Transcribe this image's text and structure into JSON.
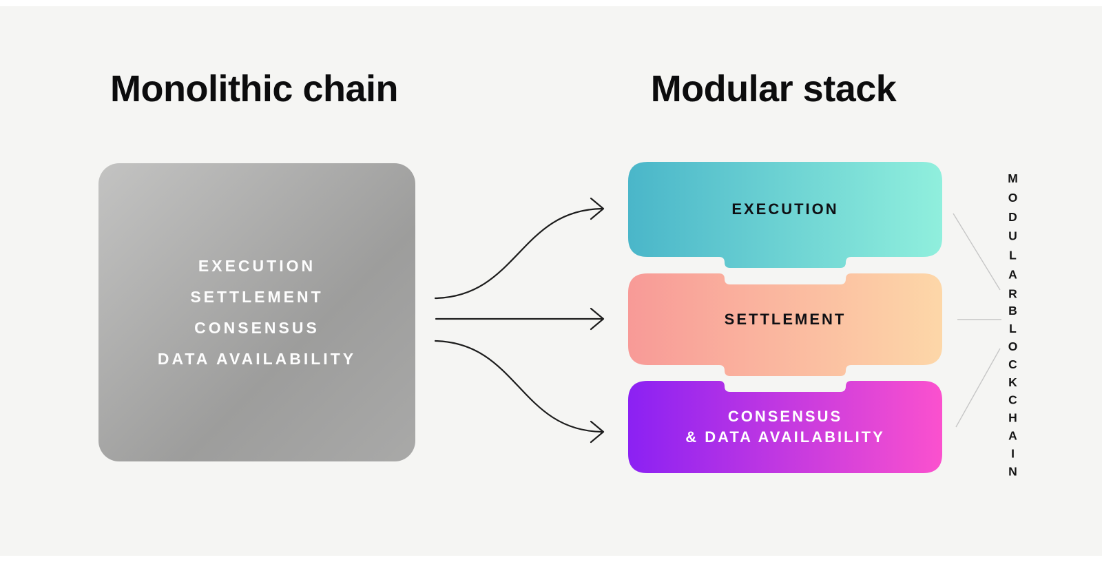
{
  "page": {
    "background_color": "#f5f5f3",
    "edge_strip_color": "#ffffff"
  },
  "left_panel": {
    "title": "Monolithic chain",
    "box": {
      "gradient_from": "#c3c3c2",
      "gradient_to": "#9d9d9c",
      "text_color": "#fdfdfd",
      "layers": [
        "EXECUTION",
        "SETTLEMENT",
        "CONSENSUS",
        "DATA AVAILABILITY"
      ]
    }
  },
  "right_panel": {
    "title": "Modular stack",
    "boxes": [
      {
        "label": "EXECUTION",
        "gradient_from": "#4ab6c9",
        "gradient_to": "#90efdd",
        "text_color": "#0f1014"
      },
      {
        "label": "SETTLEMENT",
        "gradient_from": "#f89a97",
        "gradient_to": "#fdd7a8",
        "text_color": "#0f1014"
      },
      {
        "label_line1": "CONSENSUS",
        "label_line2": "& DATA AVAILABILITY",
        "gradient_from": "#8b21f3",
        "gradient_to": "#fb51ce",
        "text_color": "#ffffff"
      }
    ],
    "side_label": {
      "line1": "MODULAR",
      "line2": "BLOCKCHAIN",
      "color": "#141414"
    }
  },
  "arrows": {
    "color": "#1c1c1c",
    "description": "three arrows from monolithic box to each modular layer"
  },
  "connector_lines": {
    "color": "#c6c6c6"
  }
}
